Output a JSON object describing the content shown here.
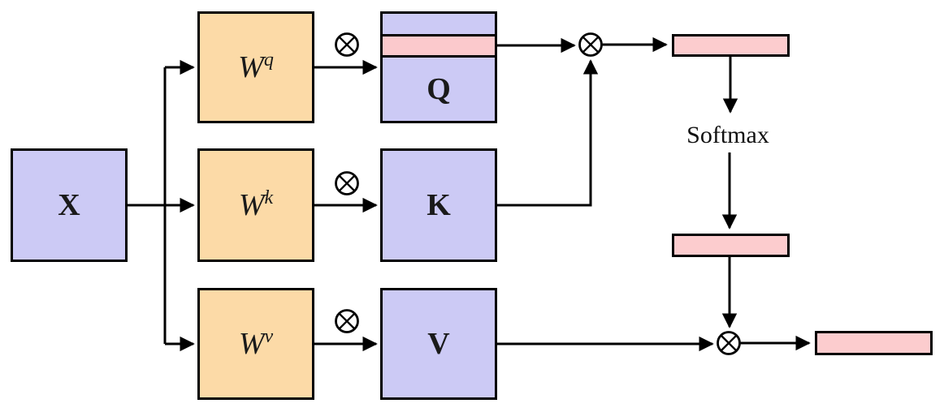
{
  "diagram": {
    "description": "Self-attention QKV computation flow",
    "nodes": {
      "input": {
        "label": "X"
      },
      "weight_query": {
        "base": "W",
        "sup": "q"
      },
      "weight_key": {
        "base": "W",
        "sup": "k"
      },
      "weight_value": {
        "base": "W",
        "sup": "v"
      },
      "query": {
        "label": "Q"
      },
      "key": {
        "label": "K"
      },
      "value": {
        "label": "V"
      }
    },
    "labels": {
      "softmax": "Softmax"
    },
    "operators": {
      "matmul_symbol": "⊗"
    },
    "colors": {
      "matrix_purple": "#cccaf5",
      "weight_orange": "#fcdaa7",
      "row_pink": "#fbc9cc",
      "bar_pink": "#fcccce",
      "line_black": "#000000"
    }
  }
}
